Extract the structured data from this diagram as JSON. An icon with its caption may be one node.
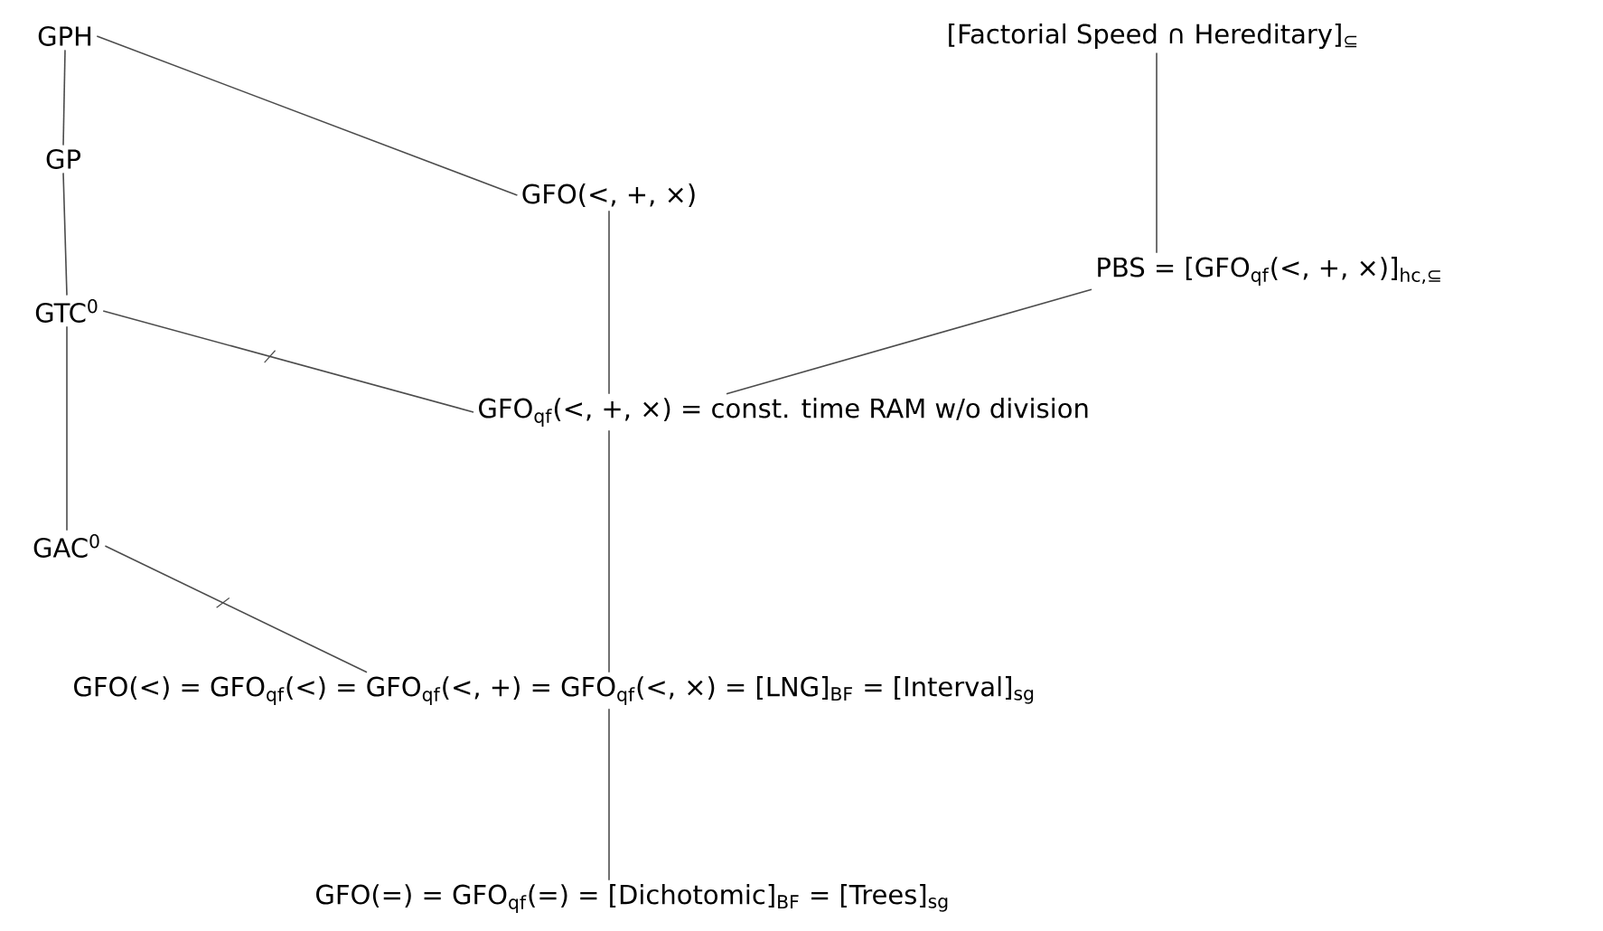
{
  "diagram": {
    "nodes": [
      {
        "text": [
          "GPH"
        ]
      },
      {
        "text": [
          "[Factorial Speed ∩ Hereditary]$_{⊆}$"
        ]
      },
      {
        "text": [
          "GP"
        ]
      },
      {
        "text": [
          "GFO(<, +, ×)"
        ]
      },
      {
        "text": [
          "PBS = [GFO$_{qf}$(<, +, ×)]$_{hc,⊆}$"
        ]
      },
      {
        "text": [
          "GTC$^{0}$"
        ]
      },
      {
        "text": [
          "GFO$_{qf}$(<, +, ×) = const. time RAM w/o division"
        ]
      },
      {
        "text": [
          "GAC$^{0}$"
        ]
      },
      {
        "text": [
          "GFO(<) = GFO$_{qf}$(<) = GFO$_{qf}$(<, +) = GFO$_{qf}$(<, ×) = [LNG]$_{BF}$ = [Interval]$_{sg}$"
        ]
      },
      {
        "text": [
          "GFO(=) = GFO$_{qf}$(=) = [Dichotomic]$_{BF}$ = [Trees]$_{sg}$"
        ]
      }
    ],
    "edges": [
      {
        "from": 0,
        "to": 2,
        "arrow": "none"
      },
      {
        "from": 0,
        "to": 3,
        "arrow": "none"
      },
      {
        "from": 2,
        "to": 5,
        "arrow": "none"
      },
      {
        "from": 1,
        "to": 4,
        "arrow": "none"
      },
      {
        "from": 5,
        "to": 7,
        "arrow": "none"
      },
      {
        "from": 3,
        "to": 6,
        "arrow": "none"
      },
      {
        "from": 5,
        "to": 6,
        "arrow": "none"
      },
      {
        "from": 4,
        "to": 6,
        "arrow": "none"
      },
      {
        "from": 7,
        "to": 8,
        "arrow": "none"
      },
      {
        "from": 6,
        "to": 8,
        "arrow": "none"
      },
      {
        "from": 8,
        "to": 9,
        "arrow": "none"
      }
    ]
  }
}
